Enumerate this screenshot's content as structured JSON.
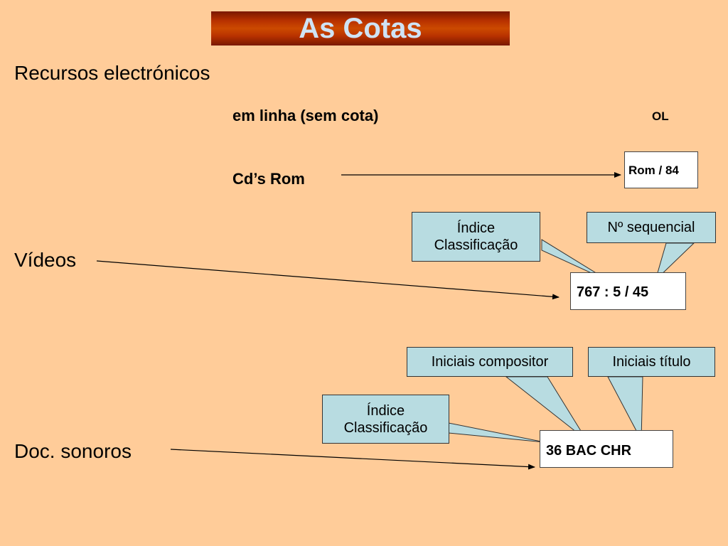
{
  "title": "As Cotas",
  "sections": {
    "recursos": "Recursos electrónicos",
    "videos": "Vídeos",
    "sonoros": "Doc. sonoros"
  },
  "online": {
    "label": "em linha (sem cota)",
    "code": "OL"
  },
  "cdrom": {
    "label": "Cd’s Rom",
    "code": "Rom / 84"
  },
  "video_example": {
    "code": "767 : 5 / 45",
    "callout_index_line1": "Índice",
    "callout_index_line2": "Classificação",
    "callout_seq": "Nº sequencial"
  },
  "sound_example": {
    "code": "36 BAC CHR",
    "callout_composer": "Iniciais compositor",
    "callout_title": "Iniciais título",
    "callout_index_line1": "Índice",
    "callout_index_line2": "Classificação"
  },
  "colors": {
    "background": "#ffcc99",
    "callout_fill": "#b8dce1",
    "title_bar": "#b83200",
    "title_text": "#cfe3f5"
  }
}
